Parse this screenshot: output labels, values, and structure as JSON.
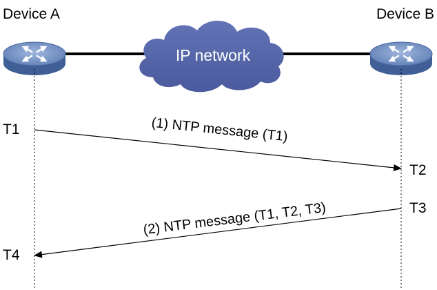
{
  "devices": {
    "a": {
      "label": "Device A",
      "icon": "router-icon"
    },
    "b": {
      "label": "Device B",
      "icon": "router-icon"
    }
  },
  "network": {
    "label": "IP network",
    "icon": "cloud-icon"
  },
  "timestamps": {
    "t1": "T1",
    "t2": "T2",
    "t3": "T3",
    "t4": "T4"
  },
  "messages": [
    {
      "label": "(1) NTP message (T1)",
      "from": "Device A",
      "to": "Device B"
    },
    {
      "label": "(2) NTP message (T1, T2, T3)",
      "from": "Device B",
      "to": "Device A"
    }
  ],
  "colors": {
    "router_top": "#6f8fc0",
    "router_side": "#3f5f96",
    "cloud": "#5566a8",
    "line": "#000000"
  }
}
